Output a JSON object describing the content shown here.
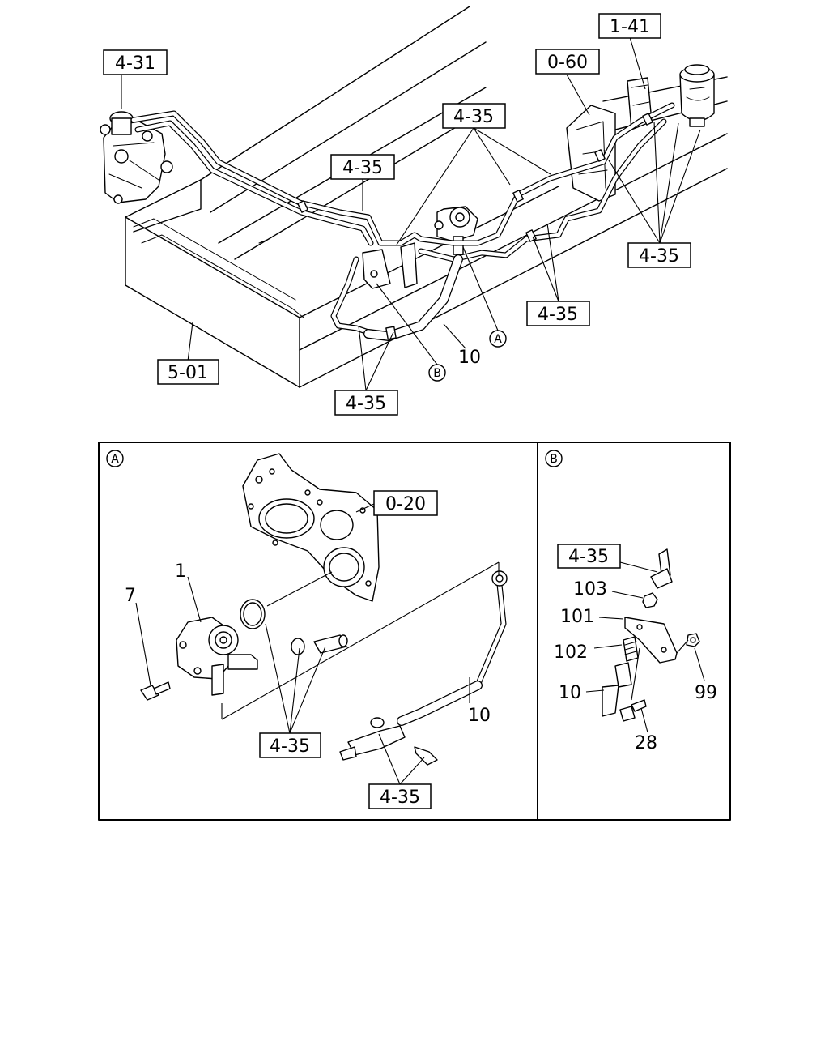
{
  "refs": {
    "r431": "4-31",
    "r141": "1-41",
    "r060": "0-60",
    "r435_top_center": "4-35",
    "r435_upper_left": "4-35",
    "r435_right": "4-35",
    "r435_mid_right": "4-35",
    "r435_bottom": "4-35",
    "r501": "5-01",
    "r020": "0-20",
    "r435_a_left": "4-35",
    "r435_a_bottom": "4-35",
    "r435_b": "4-35"
  },
  "callouts": {
    "a": "A",
    "b": "B"
  },
  "parts": {
    "p10_main": "10",
    "p1": "1",
    "p7": "7",
    "p10_a": "10",
    "p103": "103",
    "p101": "101",
    "p102": "102",
    "p10_b": "10",
    "p99": "99",
    "p28": "28"
  }
}
